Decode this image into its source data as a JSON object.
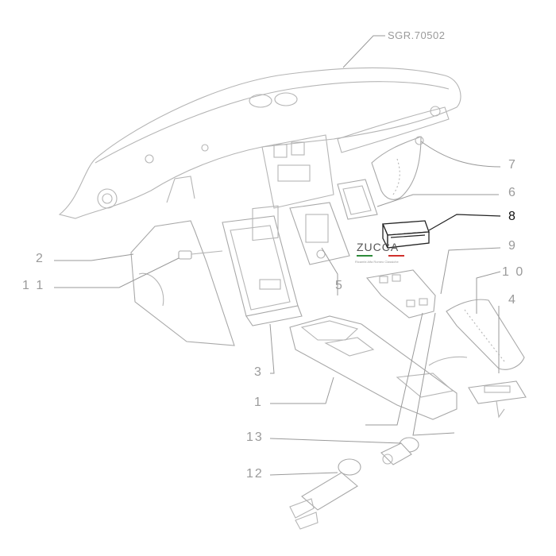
{
  "reference_code": "SGR.70502",
  "brand": {
    "name": "ZUCCA",
    "tagline": "Ricambi Alfa Romeo Classiche"
  },
  "callouts": {
    "c1": "1",
    "c2": "2",
    "c3": "3",
    "c4": "4",
    "c5": "5",
    "c6": "6",
    "c7": "7",
    "c8": "8",
    "c9": "9",
    "c10": "1 0",
    "c11": "1 1",
    "c12": "12",
    "c13": "13"
  },
  "highlighted_callout": "8",
  "colors": {
    "line": "#a8a8a8",
    "label": "#9a9a9a",
    "highlight": "#111111",
    "brand_red": "#d0312d",
    "brand_green": "#2e8b3a"
  }
}
